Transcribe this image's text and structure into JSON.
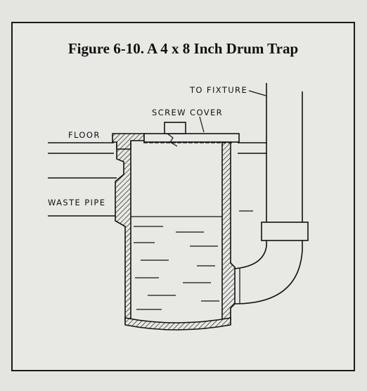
{
  "figure": {
    "title": "Figure 6-10. A 4 x 8 Inch Drum Trap"
  },
  "labels": {
    "to_fixture": "TO FIXTURE",
    "screw_cover": "SCREW COVER",
    "floor": "FLOOR",
    "waste_pipe": "WASTE PIPE"
  },
  "colors": {
    "ink": "#111111",
    "paper": "#e8e8e4",
    "outside": "#e4e4e0"
  }
}
